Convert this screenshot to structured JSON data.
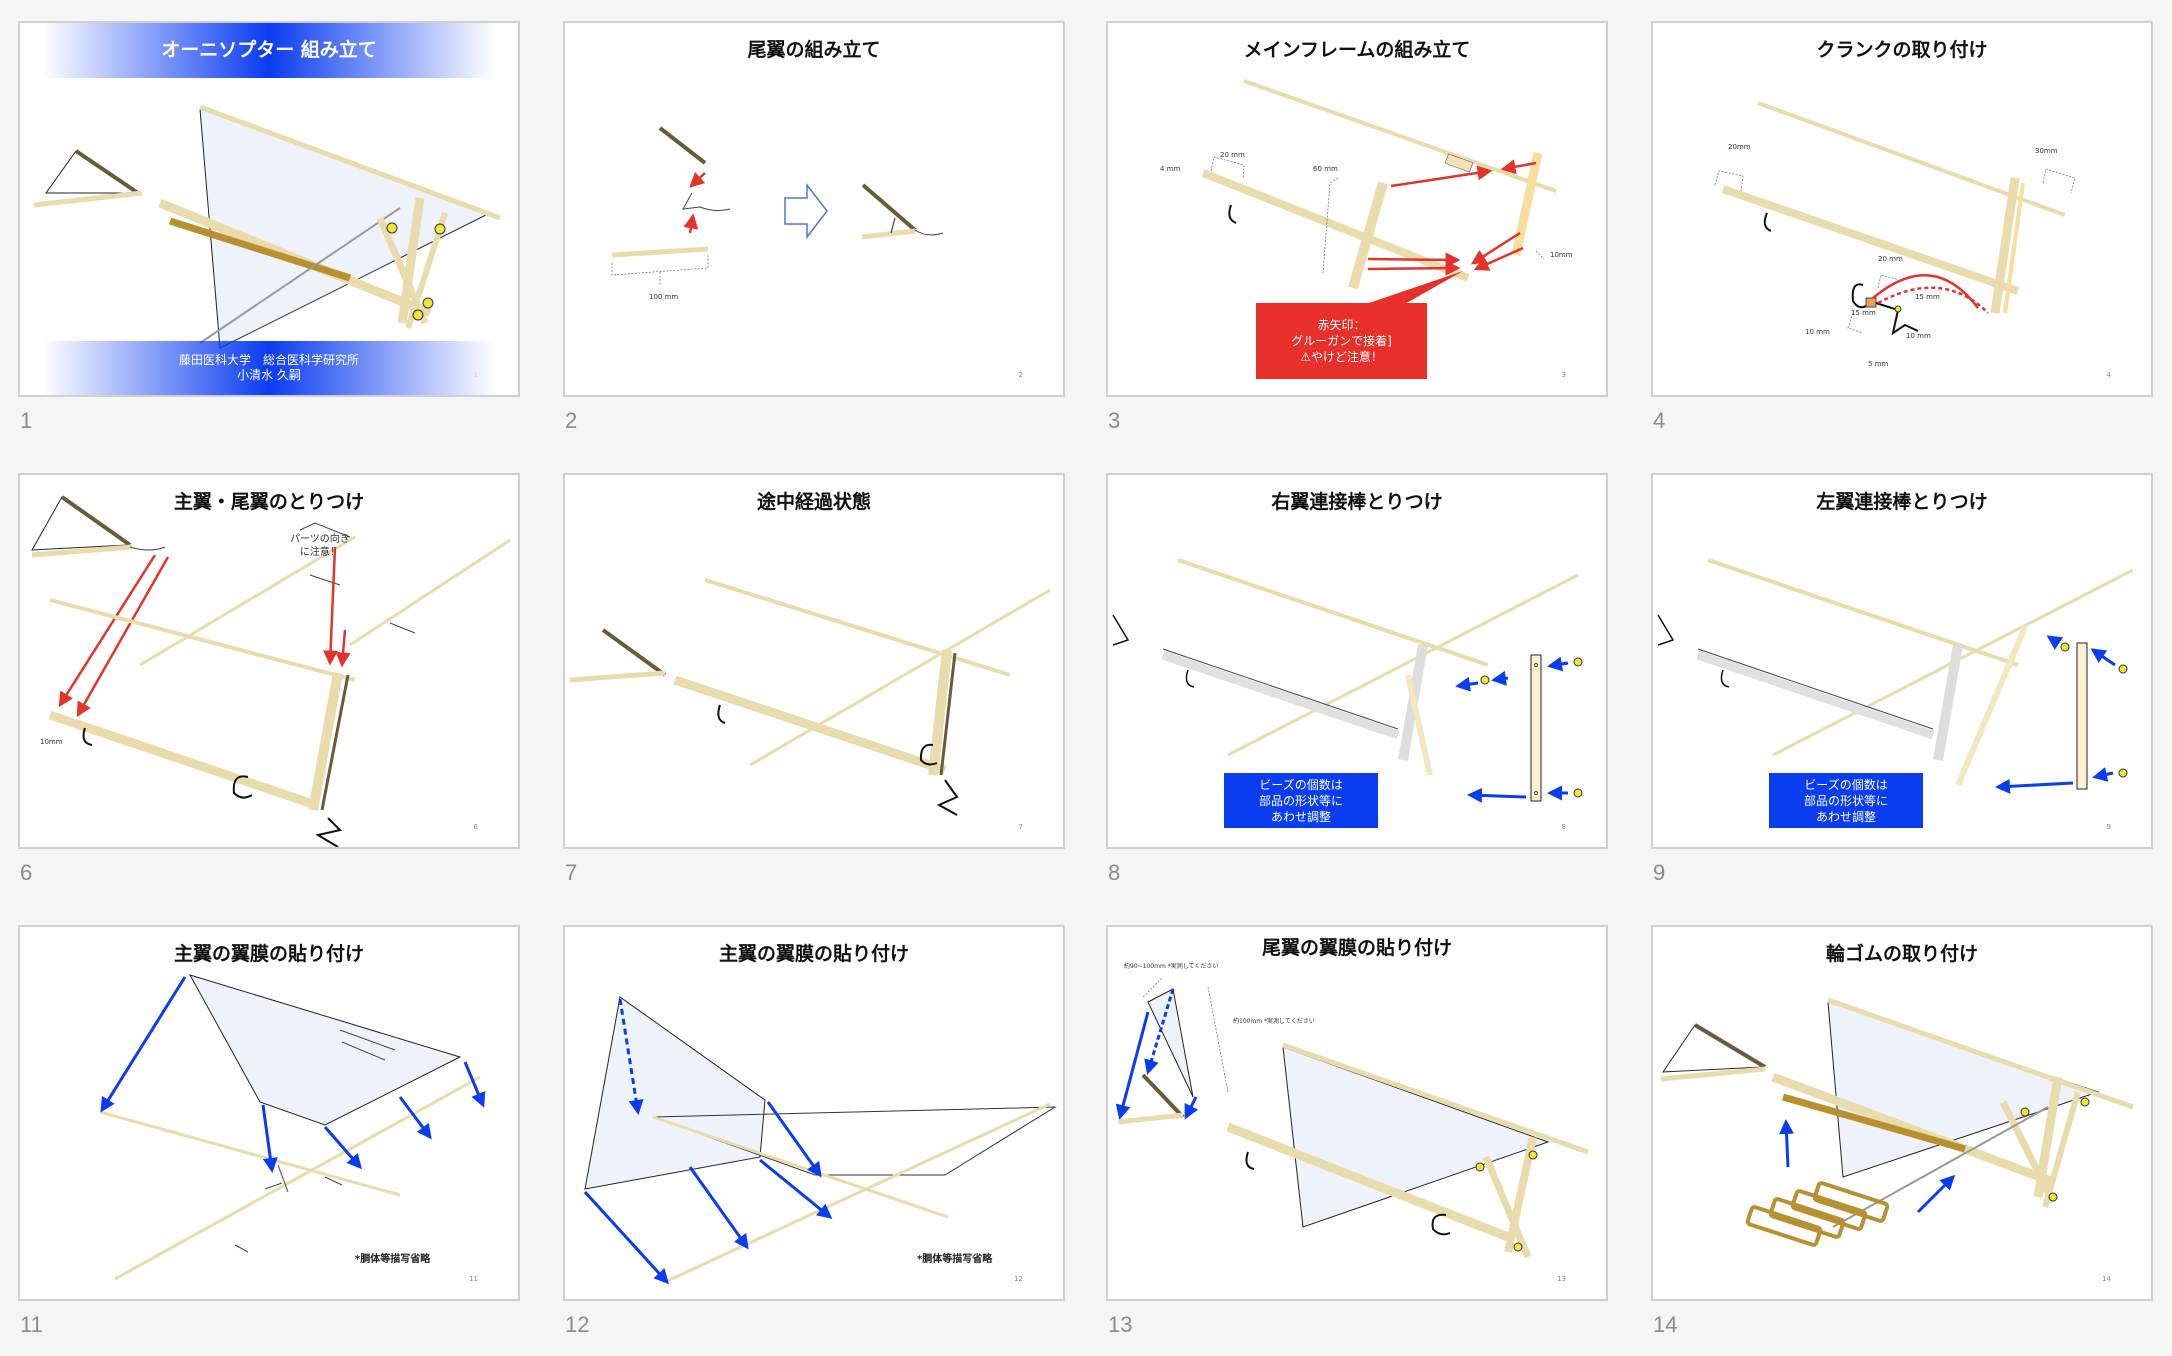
{
  "colors": {
    "accent_blue": "#0a3cf0",
    "callout_red": "#e8302a",
    "wood": "#e9dbab",
    "rubber": "#b8902f"
  },
  "slides": [
    {
      "number": "1",
      "title": "オーニソプター 組み立て",
      "subtitle_line1": "藤田医科大学　総合医科学研究所",
      "subtitle_line2": "小清水 久嗣",
      "page": "1"
    },
    {
      "number": "2",
      "title": "尾翼の組み立て",
      "dims": [
        "100 mm"
      ],
      "page": "2"
    },
    {
      "number": "3",
      "title": "メインフレームの組み立て",
      "dims": [
        "20 mm",
        "4 mm",
        "60 mm",
        "10mm"
      ],
      "callout": [
        "赤矢印：",
        "グルーガンで接着]",
        "⚠やけど注意！"
      ],
      "page": "3"
    },
    {
      "number": "4",
      "title": "クランクの取り付け",
      "dims": [
        "20mm",
        "30mm",
        "20 mm",
        "15 mm",
        "15 mm",
        "10 mm",
        "10 mm",
        "5 mm"
      ],
      "page": "4"
    },
    {
      "number": "6",
      "title": "主翼・尾翼のとりつけ",
      "note": [
        "パーツの向き",
        "に注意！"
      ],
      "dims": [
        "10mm"
      ],
      "page": "6"
    },
    {
      "number": "7",
      "title": "途中経過状態",
      "page": "7"
    },
    {
      "number": "8",
      "title": "右翼連接棒とりつけ",
      "callout": [
        "ビーズの個数は",
        "部品の形状等に",
        "あわせ調整"
      ],
      "page": "8"
    },
    {
      "number": "9",
      "title": "左翼連接棒とりつけ",
      "callout": [
        "ビーズの個数は",
        "部品の形状等に",
        "あわせ調整"
      ],
      "page": "9"
    },
    {
      "number": "11",
      "title": "主翼の翼膜の貼り付け",
      "note": "*胴体等描写省略",
      "page": "11"
    },
    {
      "number": "12",
      "title": "主翼の翼膜の貼り付け",
      "note": "*胴体等描写省略",
      "page": "12"
    },
    {
      "number": "13",
      "title": "尾翼の翼膜の貼り付け",
      "dims": [
        "約90~100mm *実測してください",
        "約100mm *実測してください"
      ],
      "page": "13"
    },
    {
      "number": "14",
      "title": "輪ゴムの取り付け",
      "page": "14"
    }
  ]
}
